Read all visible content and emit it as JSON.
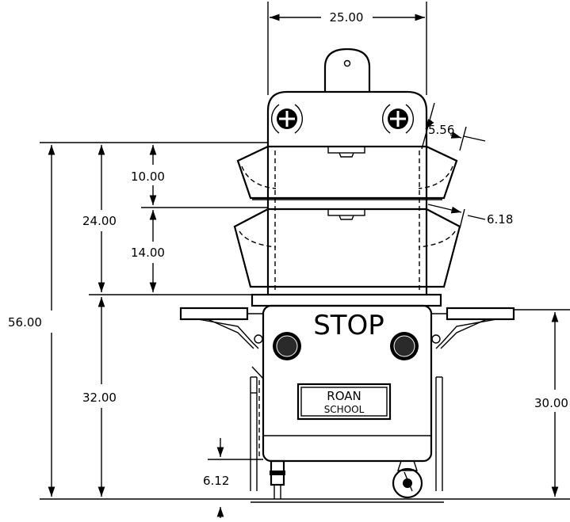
{
  "dimensions": {
    "overall_width": "25.00",
    "overall_height": "56.00",
    "upper_section": "24.00",
    "tier1": "10.00",
    "tier2": "14.00",
    "lower_section": "32.00",
    "right_height": "30.00",
    "base_offset": "6.12",
    "side_upper": "5.56",
    "side_lower": "6.18"
  },
  "labels": {
    "stop": "STOP",
    "sign_line1": "ROAN",
    "sign_line2": "SCHOOL"
  },
  "colors": {
    "line": "#000000",
    "background": "#ffffff"
  }
}
